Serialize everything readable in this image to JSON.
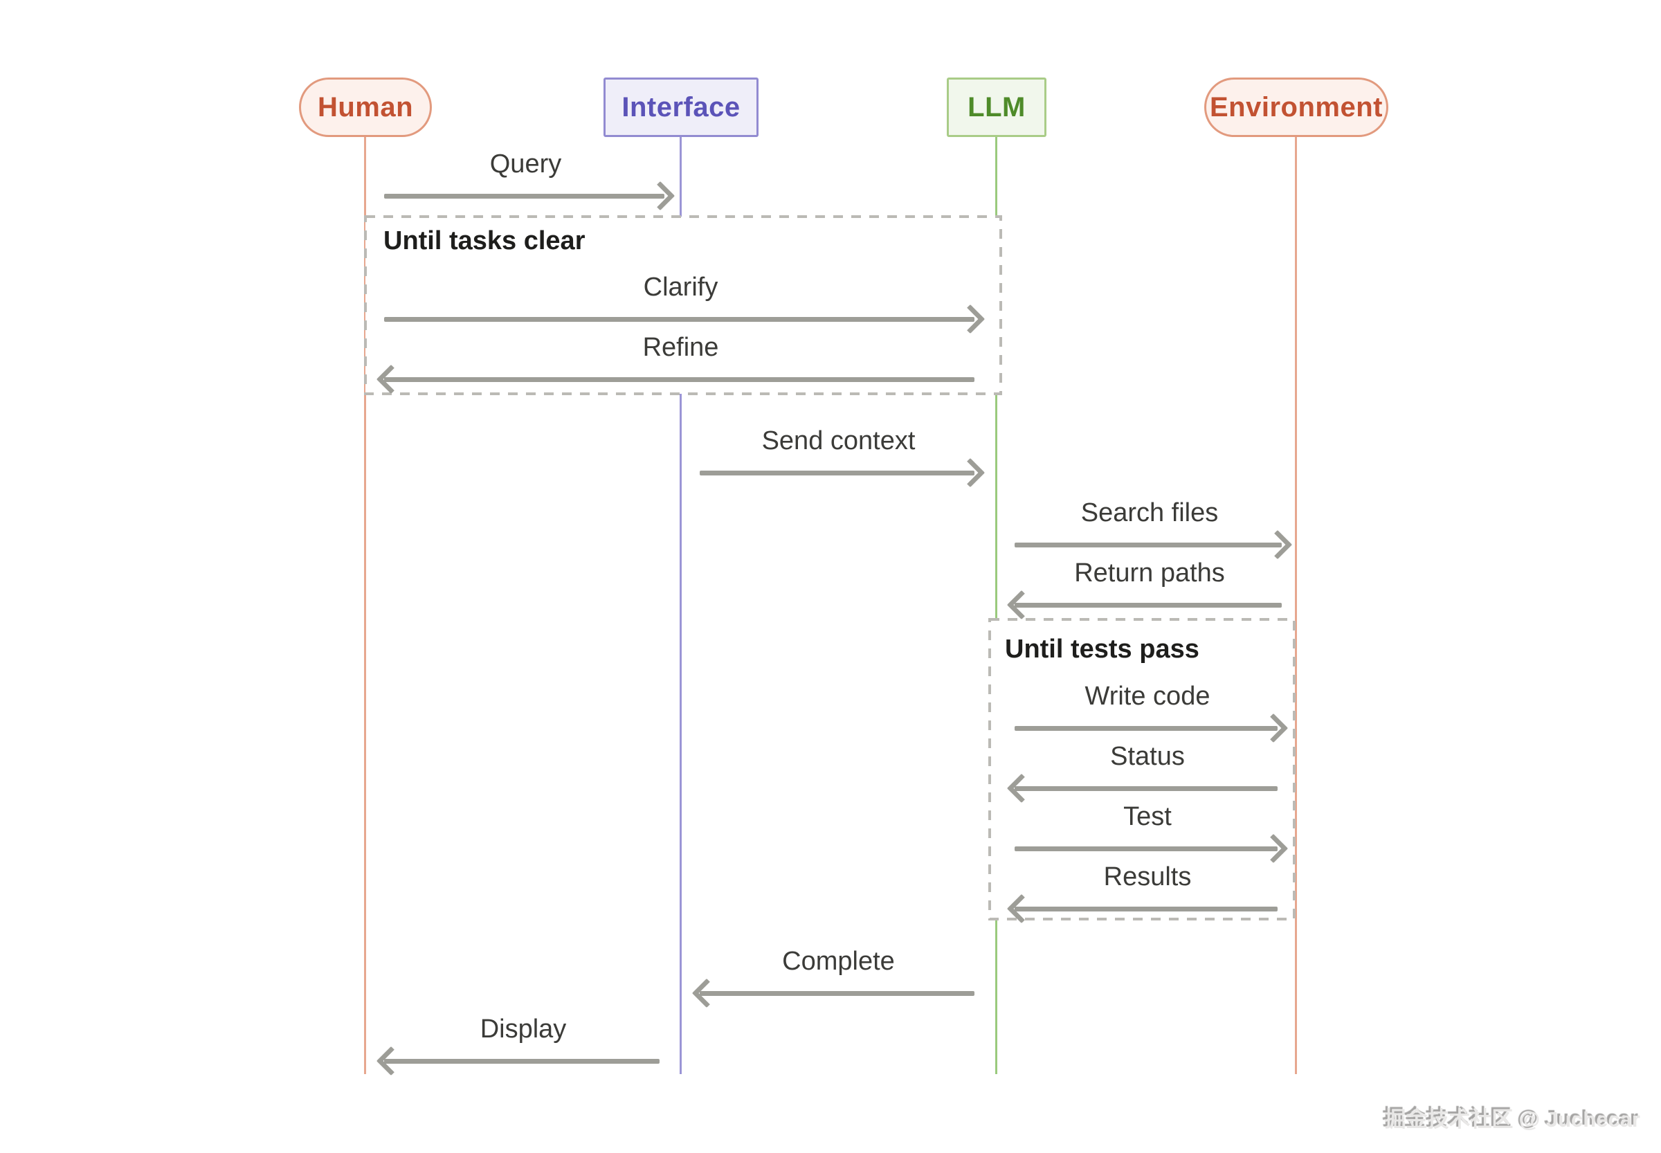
{
  "diagram": {
    "actors": [
      {
        "name": "Human",
        "shape": "pill",
        "theme": "salmon"
      },
      {
        "name": "Interface",
        "shape": "rect",
        "theme": "purple"
      },
      {
        "name": "LLM",
        "shape": "rect",
        "theme": "green"
      },
      {
        "name": "Environment",
        "shape": "pill",
        "theme": "salmon"
      }
    ],
    "loops": [
      {
        "title": "Until tasks clear"
      },
      {
        "title": "Until tests pass"
      }
    ],
    "messages": [
      {
        "label": "Query",
        "from": "Human",
        "to": "Interface",
        "direction": "right"
      },
      {
        "label": "Clarify",
        "from": "Human",
        "to": "LLM",
        "direction": "right"
      },
      {
        "label": "Refine",
        "from": "LLM",
        "to": "Human",
        "direction": "left"
      },
      {
        "label": "Send context",
        "from": "Interface",
        "to": "LLM",
        "direction": "right"
      },
      {
        "label": "Search files",
        "from": "LLM",
        "to": "Environment",
        "direction": "right"
      },
      {
        "label": "Return paths",
        "from": "Environment",
        "to": "LLM",
        "direction": "left"
      },
      {
        "label": "Write code",
        "from": "LLM",
        "to": "Environment",
        "direction": "right"
      },
      {
        "label": "Status",
        "from": "Environment",
        "to": "LLM",
        "direction": "left"
      },
      {
        "label": "Test",
        "from": "LLM",
        "to": "Environment",
        "direction": "right"
      },
      {
        "label": "Results",
        "from": "Environment",
        "to": "LLM",
        "direction": "left"
      },
      {
        "label": "Complete",
        "from": "LLM",
        "to": "Interface",
        "direction": "left"
      },
      {
        "label": "Display",
        "from": "Interface",
        "to": "Human",
        "direction": "left"
      }
    ],
    "colors": {
      "salmon_bg": "#fdf1ec",
      "salmon_border": "#e29a7e",
      "salmon_text": "#c25232",
      "purple_bg": "#efeef9",
      "purple_border": "#928bd1",
      "purple_text": "#5b53b8",
      "green_bg": "#f1f7ec",
      "green_border": "#a9cc87",
      "green_text": "#4e8b29",
      "lifeline_salmon": "#e7a78f",
      "lifeline_purple": "#9b95d6",
      "lifeline_green": "#9aca7d",
      "arrow": "#9d9d97",
      "message_text": "#3b3b38",
      "loop_border": "#bbbab5",
      "loop_title_text": "#1e1e1c"
    }
  },
  "watermark": {
    "text": "掘金技术社区 @ Juchecar"
  }
}
